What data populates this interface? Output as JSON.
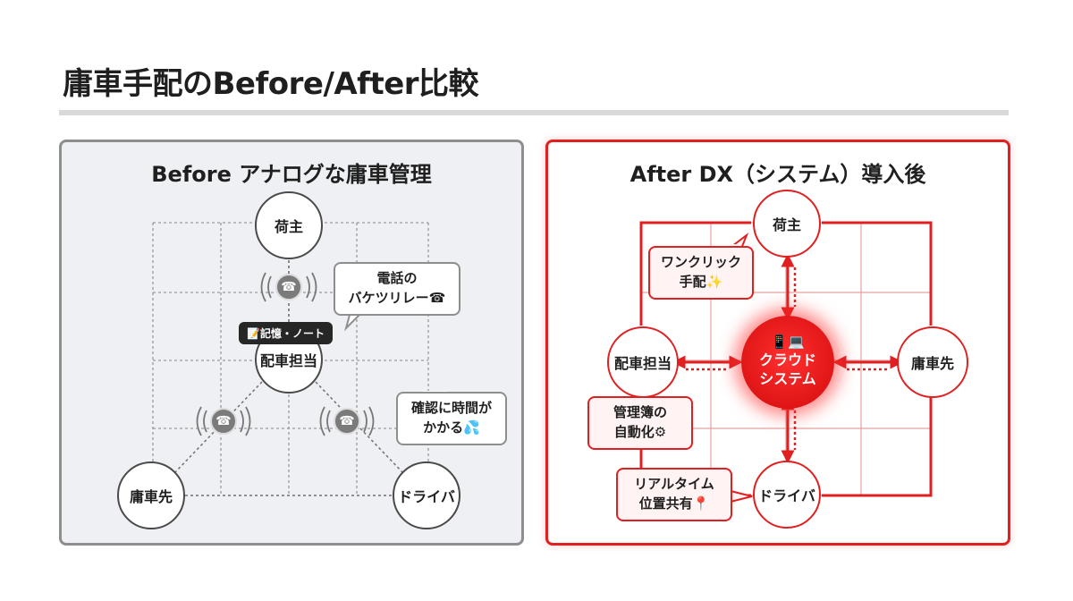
{
  "page": {
    "title": "庸車手配のBefore/After比較"
  },
  "before": {
    "title": "Before アナログな庸車管理",
    "nodes": {
      "shipper": "荷主",
      "dispatcher": "配車担当",
      "carrier": "庸車先",
      "driver": "ドライバ"
    },
    "note_tag": "📝記憶・ノート",
    "bubble_phone_relay": "電話の\nバケツリレー☎",
    "bubble_time": "確認に時間が\nかかる💦",
    "phone_icon": "☎"
  },
  "after": {
    "title": "After DX（システム）導入後",
    "nodes": {
      "shipper": "荷主",
      "dispatcher": "配車担当",
      "carrier": "庸車先",
      "driver": "ドライバ"
    },
    "cloud": {
      "devices": "📱💻",
      "label_line1": "クラウド",
      "label_line2": "システム"
    },
    "bubble_one_click": "ワンクリック\n手配✨",
    "bubble_ledger": "管理簿の\n自動化⚙",
    "bubble_location": "リアルタイム\n位置共有📍"
  },
  "colors": {
    "accent_red": "#e02020",
    "before_panel_bg": "#eef0f3",
    "neutral_border": "#8e8e8e"
  }
}
